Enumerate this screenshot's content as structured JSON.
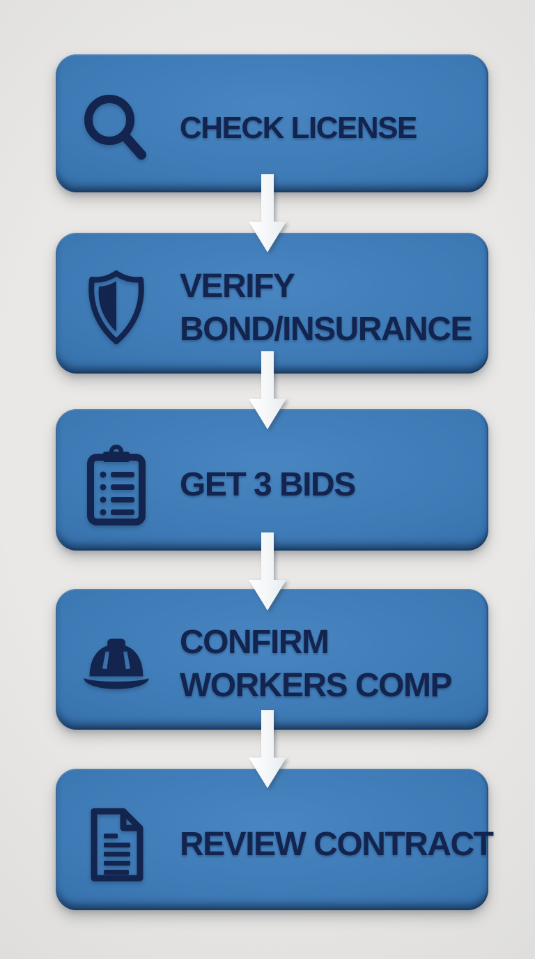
{
  "diagram": {
    "type": "vertical-flowchart",
    "connector": "white-down-arrow",
    "steps": [
      {
        "id": "check-license",
        "icon": "search-icon",
        "line1": "CHECK LICENSE",
        "line2": ""
      },
      {
        "id": "verify-bond-insurance",
        "icon": "shield-icon",
        "line1": "VERIFY",
        "line2": "BOND/INSURANCE"
      },
      {
        "id": "get-3-bids",
        "icon": "clipboard-checklist-icon",
        "line1": "GET 3 BIDS",
        "line2": ""
      },
      {
        "id": "confirm-workers-comp",
        "icon": "hard-hat-icon",
        "line1": "CONFIRM",
        "line2": "WORKERS COMP"
      },
      {
        "id": "review-contract",
        "icon": "document-icon",
        "line1": "REVIEW CONTRACT",
        "line2": ""
      }
    ],
    "colors": {
      "button_blue_center": "#4885c1",
      "button_blue_edge": "#265686",
      "button_rim_dark": "#1d4672",
      "text_navy": "#13244f",
      "arrow_white": "#ffffff",
      "background_gray": "#e6e5e3"
    }
  }
}
